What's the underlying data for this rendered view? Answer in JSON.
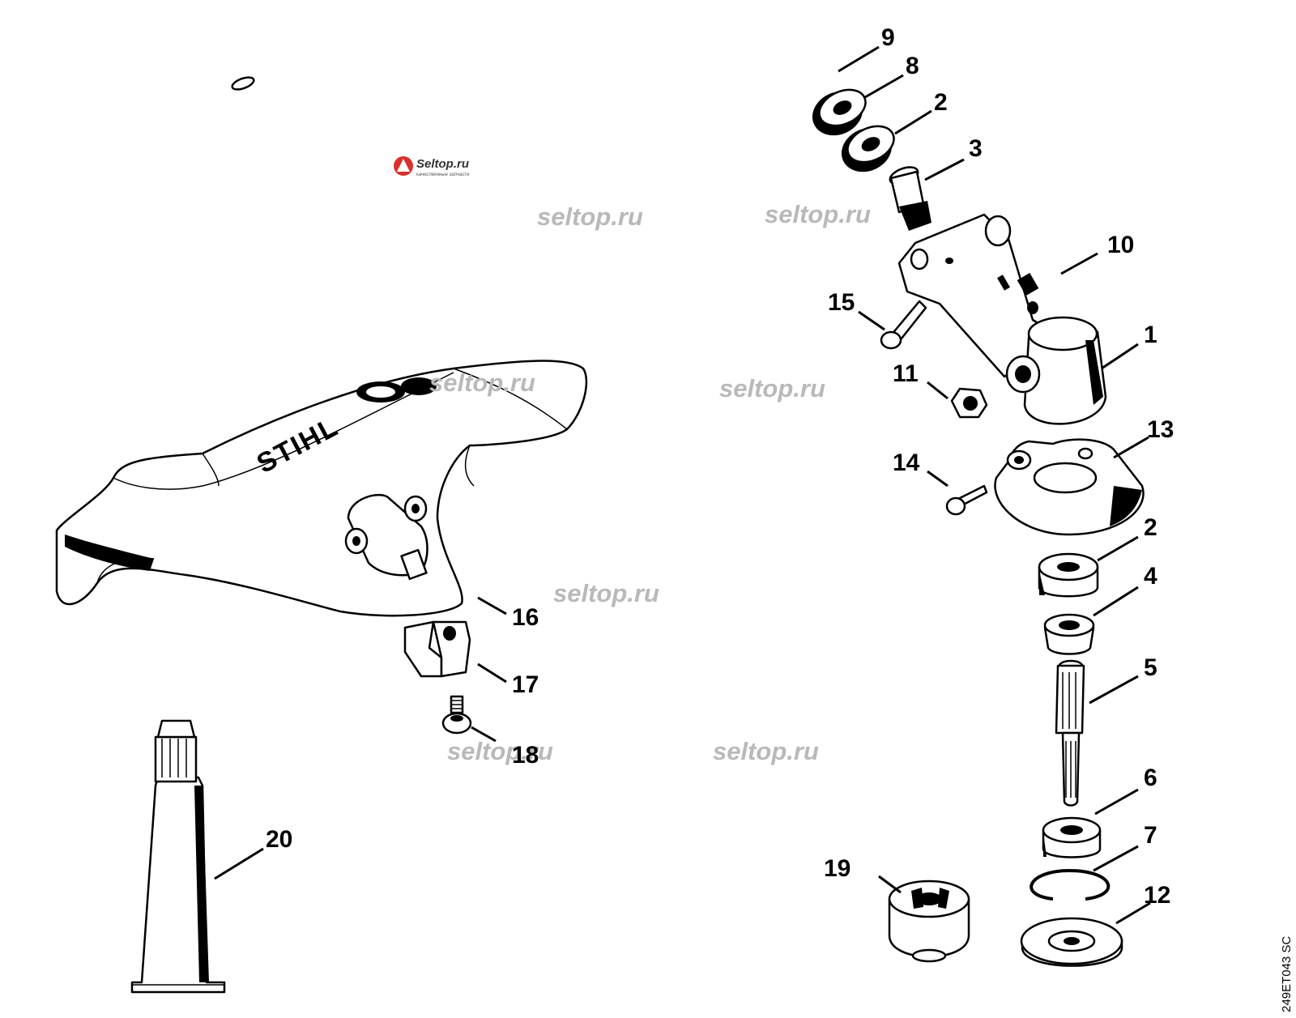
{
  "callouts": [
    {
      "id": "c9",
      "label": "9"
    },
    {
      "id": "c8",
      "label": "8"
    },
    {
      "id": "c2a",
      "label": "2"
    },
    {
      "id": "c3",
      "label": "3"
    },
    {
      "id": "c10",
      "label": "10"
    },
    {
      "id": "c15",
      "label": "15"
    },
    {
      "id": "c1",
      "label": "1"
    },
    {
      "id": "c11",
      "label": "11"
    },
    {
      "id": "c13",
      "label": "13"
    },
    {
      "id": "c14",
      "label": "14"
    },
    {
      "id": "c2b",
      "label": "2"
    },
    {
      "id": "c4",
      "label": "4"
    },
    {
      "id": "c16",
      "label": "16"
    },
    {
      "id": "c17",
      "label": "17"
    },
    {
      "id": "c5",
      "label": "5"
    },
    {
      "id": "c18",
      "label": "18"
    },
    {
      "id": "c20",
      "label": "20"
    },
    {
      "id": "c6",
      "label": "6"
    },
    {
      "id": "c7",
      "label": "7"
    },
    {
      "id": "c19",
      "label": "19"
    },
    {
      "id": "c12",
      "label": "12"
    }
  ],
  "watermark": "seltop.ru",
  "logo": {
    "name": "Seltop.ru",
    "tagline": "качественные запчасти"
  },
  "brand_text": "STIHL",
  "drawing_code": "249ET043 SC"
}
